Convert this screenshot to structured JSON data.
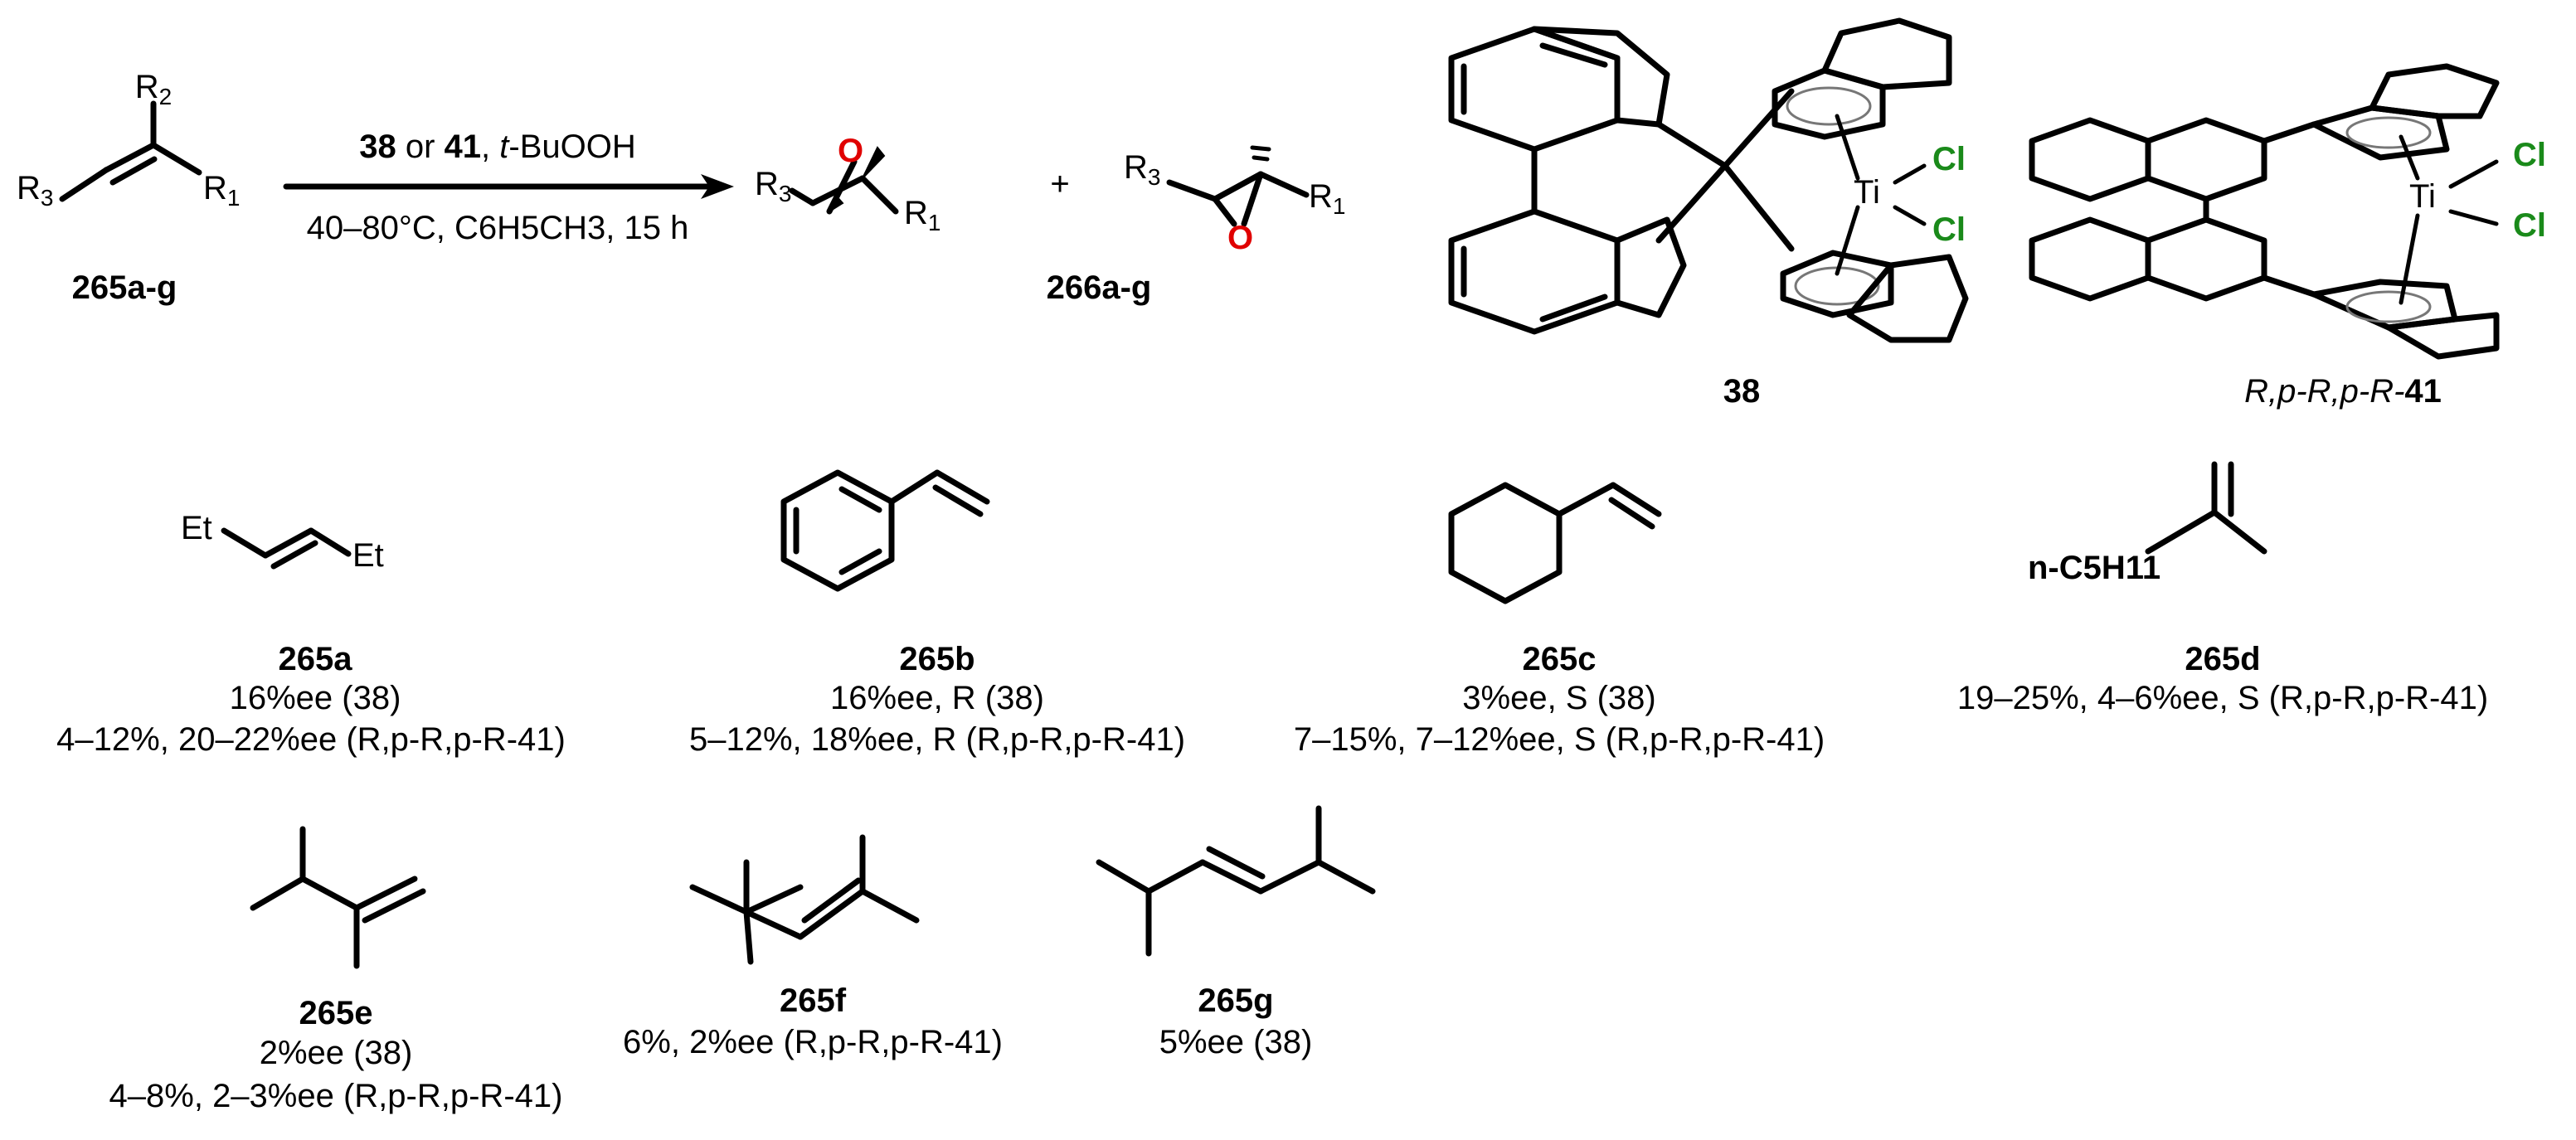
{
  "reaction": {
    "substrate_label": "265a-g",
    "product_label": "266a-g",
    "plus": "+",
    "conditions_top": {
      "cat1": "38",
      "or": " or ",
      "cat2": "41",
      "sep": ", ",
      "oxidant_italic": "t",
      "oxidant_rest": "-BuOOH"
    },
    "conditions_bottom": "40–80°C, C6H5CH3, 15 h",
    "atoms": {
      "R1": "R1",
      "R2": "R2",
      "R3": "R3",
      "O": "O"
    }
  },
  "catalysts": [
    {
      "label": "38",
      "ti": "Ti",
      "cl1": "Cl",
      "cl2": "Cl"
    },
    {
      "label_prefix": "R,p-R,p-R-",
      "label_num": "41",
      "ti": "Ti",
      "cl1": "Cl",
      "cl2": "Cl"
    }
  ],
  "substrates": [
    {
      "id": "265a",
      "texts": [
        "Et",
        "Et"
      ],
      "line1": "16%ee (38)",
      "line2": "4–12%, 20–22%ee (R,p-R,p-R-41)"
    },
    {
      "id": "265b",
      "line1": "16%ee, R (38)",
      "line2": "5–12%, 18%ee, R (R,p-R,p-R-41)"
    },
    {
      "id": "265c",
      "line1": "3%ee, S (38)",
      "line2": "7–15%, 7–12%ee, S (R,p-R,p-R-41)"
    },
    {
      "id": "265d",
      "texts": [
        "n-C5H11"
      ],
      "line1": "19–25%, 4–6%ee, S (R,p-R,p-R-41)"
    },
    {
      "id": "265e",
      "line1": "2%ee (38)",
      "line2": "4–8%, 2–3%ee (R,p-R,p-R-41)"
    },
    {
      "id": "265f",
      "line1": "6%, 2%ee (R,p-R,p-R-41)"
    },
    {
      "id": "265g",
      "line1": "5%ee (38)"
    }
  ]
}
